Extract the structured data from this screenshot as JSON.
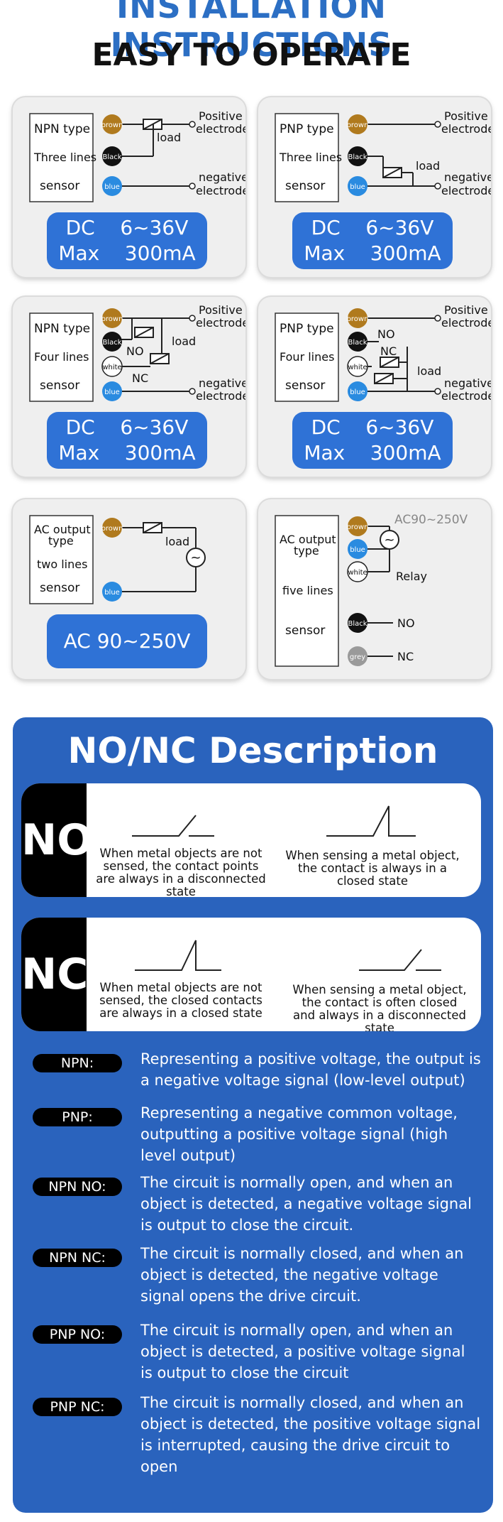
{
  "header": {
    "title": "INSTALLATION INSTRUCTIONS",
    "subtitle": "EASY TO OPERATE"
  },
  "labels": {
    "npn_type": "NPN type",
    "pnp_type": "PNP type",
    "three_lines": "Three lines",
    "four_lines": "Four lines",
    "two_lines": "two lines",
    "five_lines": "five lines",
    "sensor": "sensor",
    "ac_output": "AC output",
    "type": "type",
    "positive": "Positive",
    "negative": "negative",
    "electrode": "electrode",
    "load": "load",
    "no": "NO",
    "nc": "NC",
    "relay": "Relay",
    "ac_range": "AC90~250V",
    "brown": "brown",
    "black": "Black",
    "blue": "blue",
    "white": "white",
    "grey": "grey"
  },
  "specs": {
    "dc_line1": "DC    6~36V",
    "dc_line2": "Max    300mA",
    "ac": "AC 90~250V"
  },
  "colors": {
    "brown": "#b07a1e",
    "black": "#111111",
    "blue": "#2a8be0",
    "white": "#ffffff",
    "grey": "#9a9a9a",
    "accent": "#2f72d6",
    "panel": "#2a63bd"
  },
  "description": {
    "title": "NO/NC Description",
    "no": {
      "label": "NO",
      "left": "When metal objects are not sensed, the contact points are always in a disconnected state",
      "right": "When sensing a metal object, the contact is always in a closed state"
    },
    "nc": {
      "label": "NC",
      "left": "When metal objects are not sensed, the closed contacts are always in a closed state",
      "right": "When sensing a metal object, the contact is often closed and always in a disconnected state"
    },
    "items": [
      {
        "tag": "NPN:",
        "text": "Representing a positive voltage, the output is a negative voltage signal (low-level output)"
      },
      {
        "tag": "PNP:",
        "text": "Representing a negative common voltage, outputting a positive voltage signal (high level output)"
      },
      {
        "tag": "NPN NO:",
        "text": "The circuit is normally open, and when an object is detected, a negative voltage signal is output to close the circuit."
      },
      {
        "tag": "NPN NC:",
        "text": "The circuit is normally closed, and when an object is detected, the negative voltage signal opens the drive circuit."
      },
      {
        "tag": "PNP NO:",
        "text": "The circuit is normally open, and when an object is detected, a positive voltage signal is output to close the circuit"
      },
      {
        "tag": "PNP NC:",
        "text": "The circuit is normally closed, and when an object is detected, the positive voltage signal is interrupted, causing the drive circuit to open"
      }
    ]
  }
}
